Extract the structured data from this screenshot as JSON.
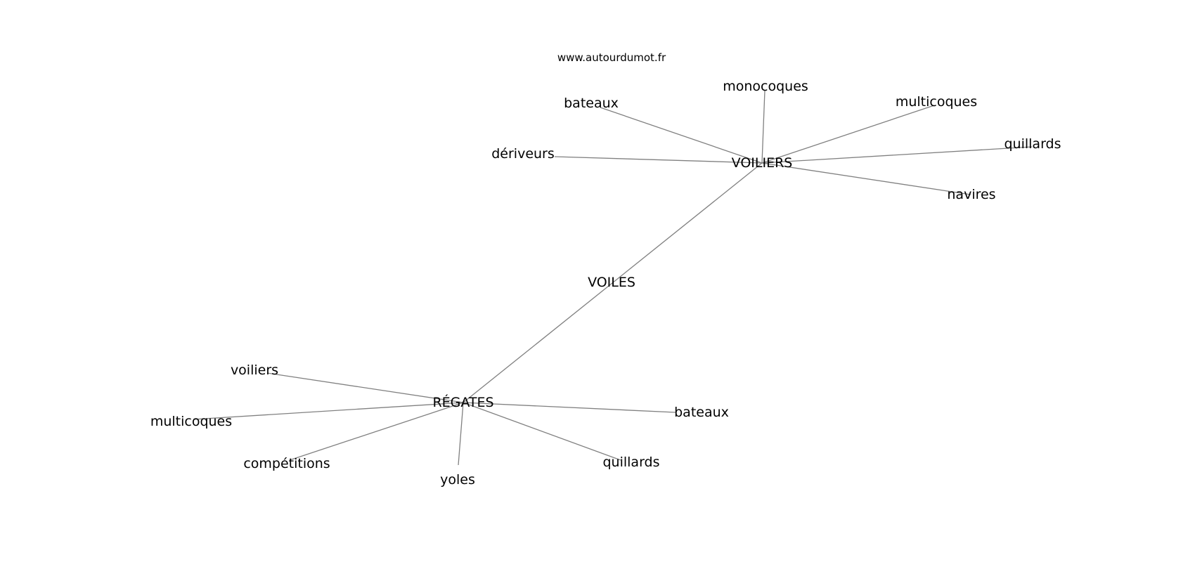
{
  "watermark": "www.autourdumot.fr",
  "nodes": [
    {
      "id": "voiles",
      "label": "VOILES"
    },
    {
      "id": "voiliers_hub",
      "label": "VOILIERS"
    },
    {
      "id": "regates_hub",
      "label": "RÉGATES"
    },
    {
      "id": "v_bateaux",
      "label": "bateaux"
    },
    {
      "id": "v_monocoques",
      "label": "monocoques"
    },
    {
      "id": "v_multicoques",
      "label": "multicoques"
    },
    {
      "id": "v_quillards",
      "label": "quillards"
    },
    {
      "id": "v_deriveurs",
      "label": "dériveurs"
    },
    {
      "id": "v_navires",
      "label": "navires"
    },
    {
      "id": "r_voiliers",
      "label": "voiliers"
    },
    {
      "id": "r_multicoques",
      "label": "multicoques"
    },
    {
      "id": "r_competitions",
      "label": "compétitions"
    },
    {
      "id": "r_yoles",
      "label": "yoles"
    },
    {
      "id": "r_quillards",
      "label": "quillards"
    },
    {
      "id": "r_bateaux",
      "label": "bateaux"
    }
  ],
  "edges": [
    [
      "voiliers_hub",
      "regates_hub"
    ],
    [
      "voiliers_hub",
      "v_bateaux"
    ],
    [
      "voiliers_hub",
      "v_monocoques"
    ],
    [
      "voiliers_hub",
      "v_multicoques"
    ],
    [
      "voiliers_hub",
      "v_quillards"
    ],
    [
      "voiliers_hub",
      "v_deriveurs"
    ],
    [
      "voiliers_hub",
      "v_navires"
    ],
    [
      "regates_hub",
      "r_voiliers"
    ],
    [
      "regates_hub",
      "r_multicoques"
    ],
    [
      "regates_hub",
      "r_competitions"
    ],
    [
      "regates_hub",
      "r_yoles"
    ],
    [
      "regates_hub",
      "r_quillards"
    ],
    [
      "regates_hub",
      "r_bateaux"
    ]
  ]
}
